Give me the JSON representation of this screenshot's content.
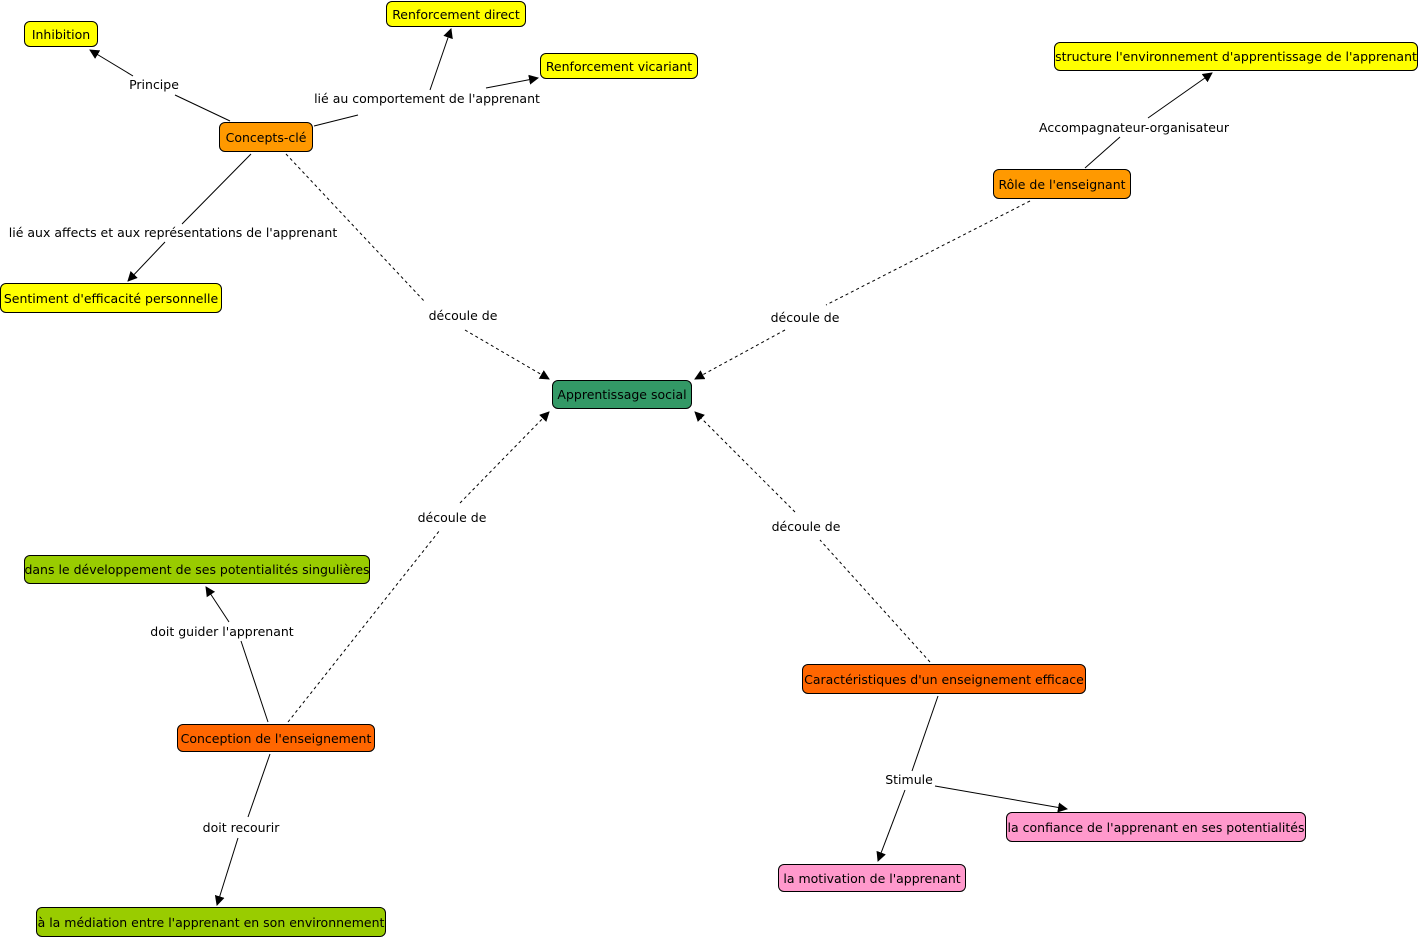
{
  "colors": {
    "yellow": "#ffff00",
    "orange": "#ff9900",
    "dark_orange": "#ff6600",
    "green": "#339966",
    "light_green": "#99cc00",
    "pink": "#ff99cc"
  },
  "nodes": {
    "inhibition": "Inhibition",
    "renforcement_direct": "Renforcement direct",
    "renforcement_vicariant": "Renforcement vicariant",
    "concepts_cle": "Concepts-clé",
    "sentiment": "Sentiment d'efficacité personnelle",
    "structure": "structure l'environnement d'apprentissage de l'apprenant",
    "role": "Rôle de l'enseignant",
    "apprentissage": "Apprentissage social",
    "developpement": "dans le développement de ses potentialités singulières",
    "conception": "Conception de l'enseignement",
    "mediation": "à la médiation entre l'apprenant en son environnement",
    "caracteristiques": "Caractéristiques d'un enseignement efficace",
    "confiance": "la confiance de l'apprenant en ses potentialités",
    "motivation": "la motivation de l'apprenant"
  },
  "links": {
    "principe": "Principe",
    "lie_comportement": "lié au comportement de l'apprenant",
    "lie_affects": "lié aux affects et aux représentations de l'apprenant",
    "accompagnateur": "Accompagnateur-organisateur",
    "decoule_1": "découle de",
    "decoule_2": "découle de",
    "decoule_3": "découle de",
    "decoule_4": "découle de",
    "doit_guider": "doit guider l'apprenant",
    "doit_recourir": "doit recourir",
    "stimule": "Stimule"
  }
}
